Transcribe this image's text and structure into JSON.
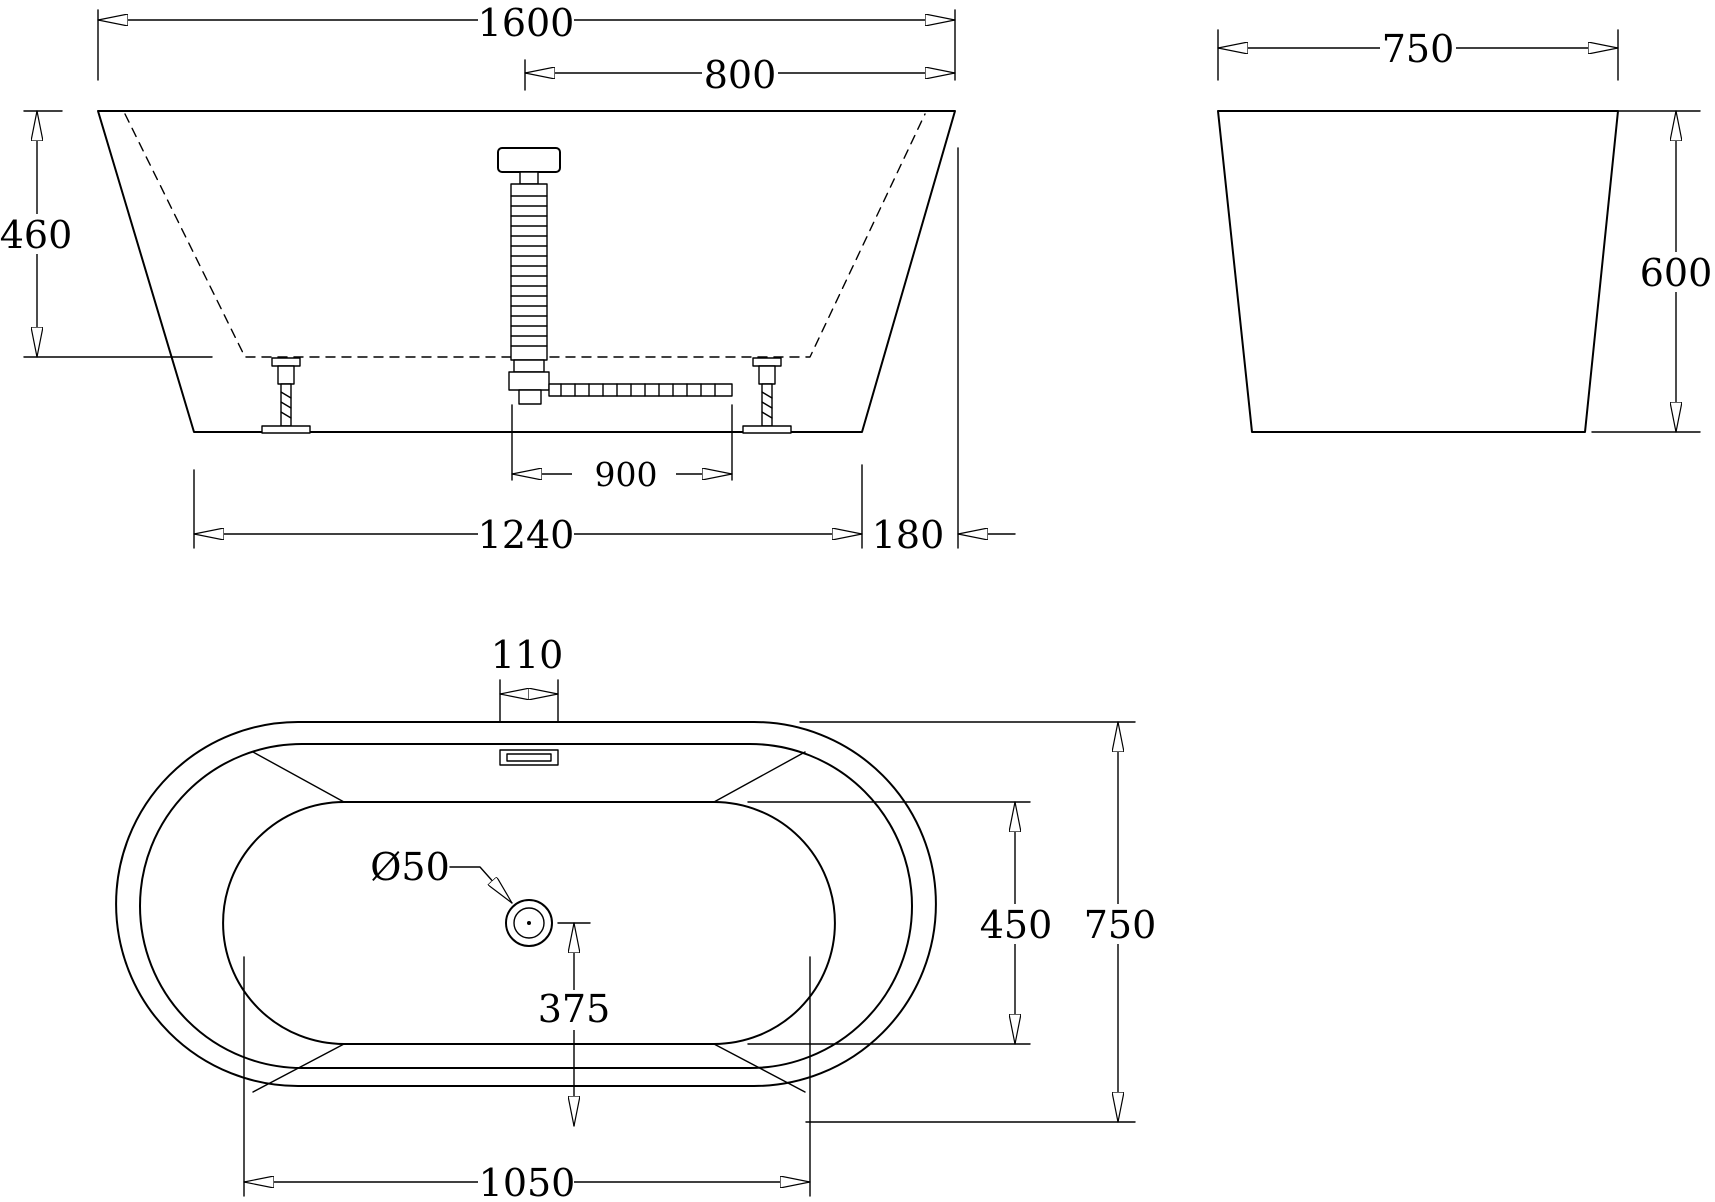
{
  "colors": {
    "stroke": "#000000",
    "background": "#ffffff"
  },
  "dimensions": {
    "side_length": "1600",
    "side_half_length": "800",
    "side_depth": "460",
    "side_base_length": "1240",
    "side_overhang": "180",
    "waste_pipe_length": "900",
    "end_width": "750",
    "end_height": "600",
    "top_overflow_width": "110",
    "top_drain_diameter": "Ø50",
    "top_inner_width": "450",
    "top_outer_width": "750",
    "top_drain_offset": "375",
    "top_inner_length": "1050"
  }
}
